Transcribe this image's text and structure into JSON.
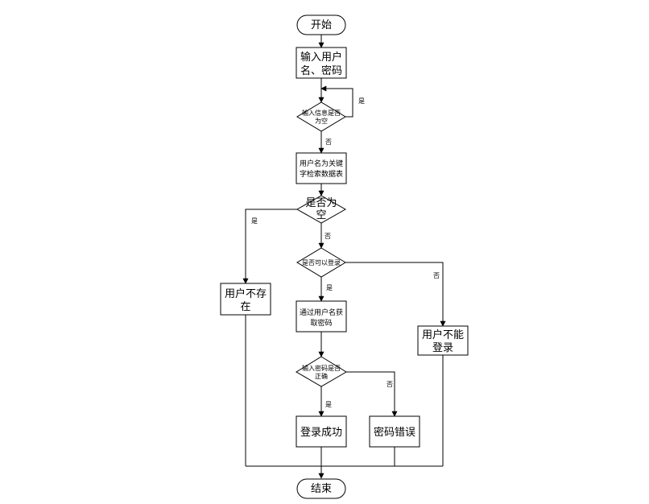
{
  "flowchart": {
    "nodes": {
      "start": {
        "text": "开始"
      },
      "input_credentials": {
        "line1": "输入用户",
        "line2": "名、密码"
      },
      "check_input_empty": {
        "line1": "输入信息是否",
        "line2": "为空"
      },
      "search_table": {
        "line1": "用户名为关键",
        "line2": "字检索数据表"
      },
      "check_result_empty": {
        "line1": "是否为",
        "line2": "空"
      },
      "check_can_login": {
        "text": "是否可以登录"
      },
      "user_not_exist": {
        "line1": "用户不存",
        "line2": "在"
      },
      "get_password": {
        "line1": "通过用户名获",
        "line2": "取密码"
      },
      "user_cannot_login": {
        "line1": "用户不能",
        "line2": "登录"
      },
      "check_password": {
        "line1": "输入密码是否",
        "line2": "正确"
      },
      "login_success": {
        "text": "登录成功"
      },
      "password_error": {
        "text": "密码错误"
      },
      "end": {
        "text": "结束"
      }
    },
    "edge_labels": {
      "input_empty_yes": "是",
      "input_empty_no": "否",
      "result_empty_yes": "是",
      "result_empty_no": "否",
      "can_login_yes": "是",
      "can_login_no": "否",
      "password_yes": "是",
      "password_no": "否"
    }
  }
}
